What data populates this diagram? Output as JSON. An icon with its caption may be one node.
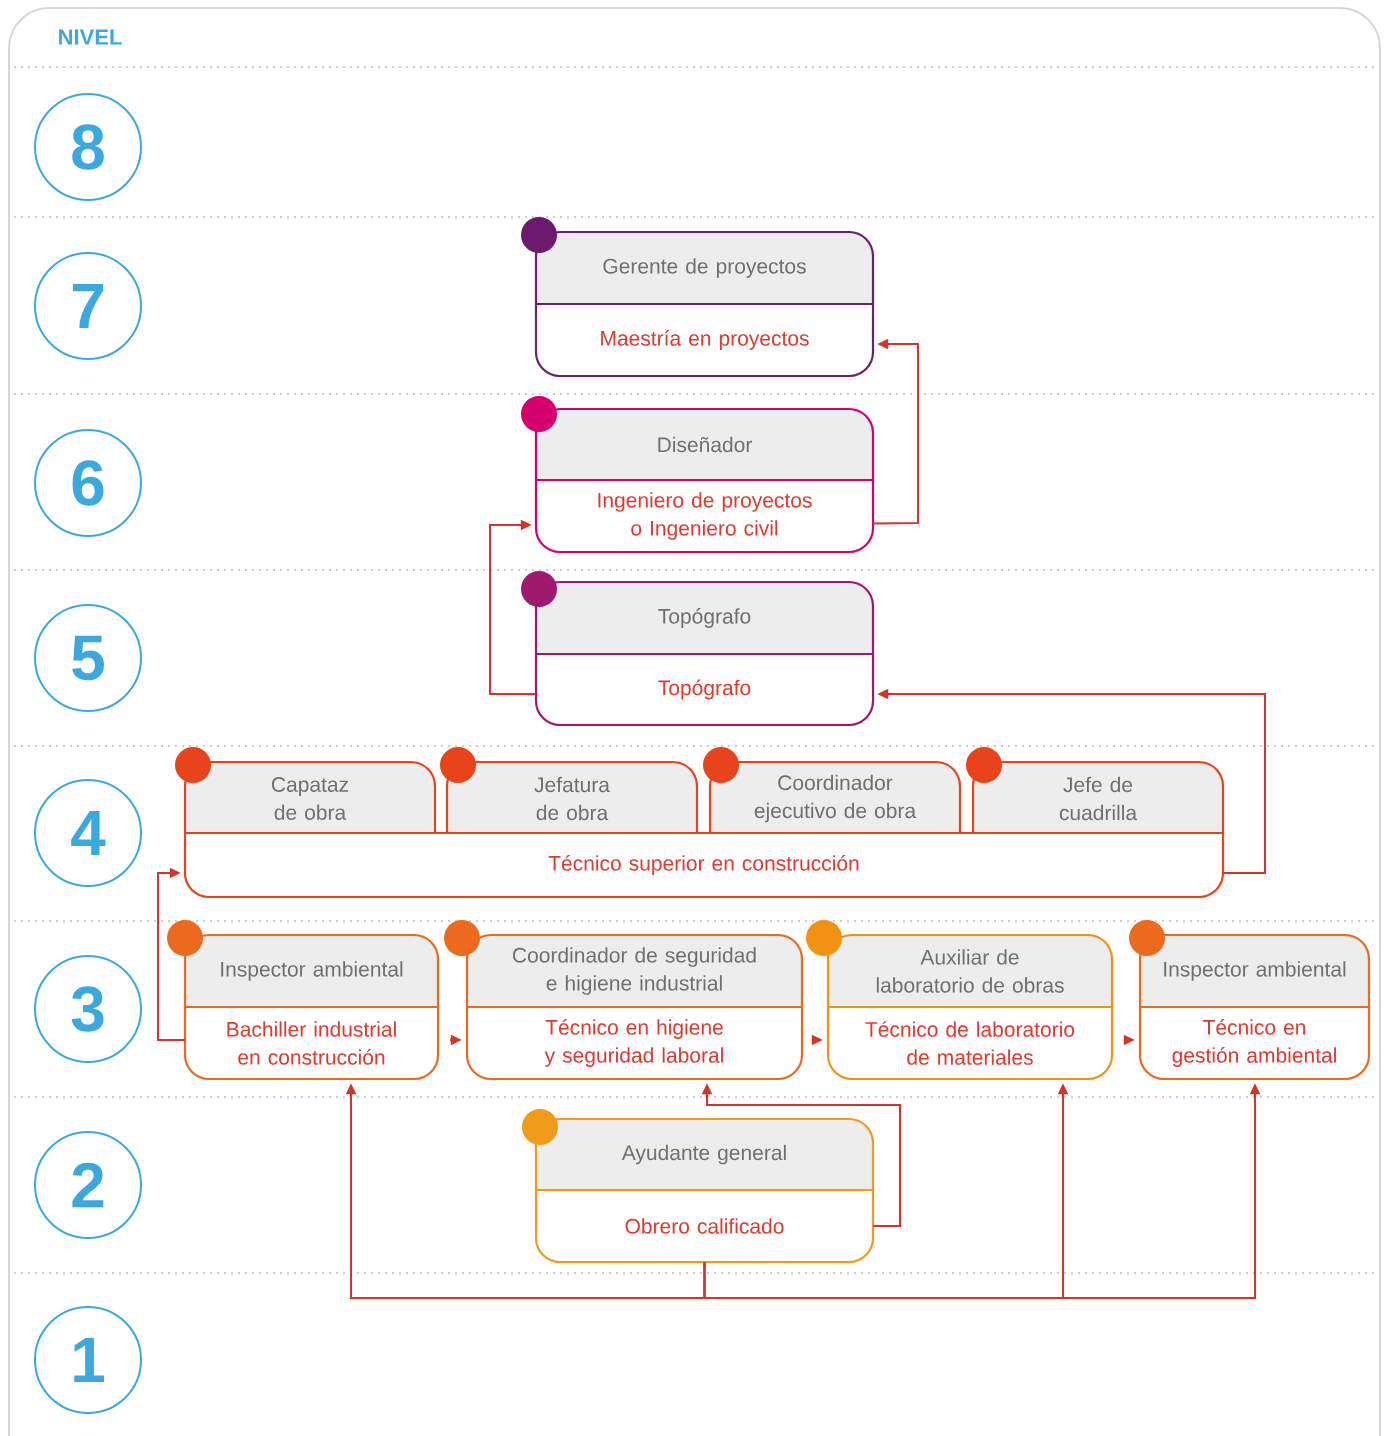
{
  "diagram": {
    "nodes": [
      {
        "text": [
          "8"
        ]
      },
      {
        "text": [
          "7"
        ]
      },
      {
        "text": [
          "6"
        ]
      },
      {
        "text": [
          "5"
        ]
      },
      {
        "text": [
          "4"
        ]
      },
      {
        "text": [
          "3"
        ]
      },
      {
        "text": [
          "2"
        ]
      },
      {
        "text": [
          "1"
        ]
      },
      {
        "text": [
          "Gerente de proyectos",
          "Maestría en proyectos"
        ]
      },
      {
        "text": [
          "Diseñador",
          "Ingeniero de proyectos o Ingeniero civil"
        ]
      },
      {
        "text": [
          "Topógrafo",
          "Topógrafo"
        ]
      },
      {
        "text": [
          "Capataz de obra"
        ]
      },
      {
        "text": [
          "Jefatura de obra"
        ]
      },
      {
        "text": [
          "Coordinador ejecutivo de obra"
        ]
      },
      {
        "text": [
          "Jefe de cuadrilla"
        ]
      },
      {
        "text": [
          "Técnico superior en construcción"
        ]
      },
      {
        "text": [
          "Inspector ambiental",
          "Bachiller industrial en construcción"
        ]
      },
      {
        "text": [
          "Coordinador de seguridad e higiene industrial",
          "Técnico en higiene y seguridad laboral"
        ]
      },
      {
        "text": [
          "Auxiliar de laboratorio de obras",
          "Técnico de laboratorio de materiales"
        ]
      },
      {
        "text": [
          "Inspector ambiental",
          "Técnico en gestión ambiental"
        ]
      },
      {
        "text": [
          "Ayudante general",
          "Obrero calificado"
        ]
      }
    ],
    "edges": [
      {
        "from": 20,
        "to": 16,
        "arrow": "to"
      },
      {
        "from": 20,
        "to": 17,
        "arrow": "to"
      },
      {
        "from": 20,
        "to": 18,
        "arrow": "to"
      },
      {
        "from": 20,
        "to": 19,
        "arrow": "to"
      },
      {
        "from": 16,
        "to": 17,
        "arrow": "to"
      },
      {
        "from": 17,
        "to": 18,
        "arrow": "to"
      },
      {
        "from": 18,
        "to": 19,
        "arrow": "to"
      },
      {
        "from": 16,
        "to": 15,
        "arrow": "to"
      },
      {
        "from": 15,
        "to": 10,
        "arrow": "to"
      },
      {
        "from": 10,
        "to": 9,
        "arrow": "to"
      },
      {
        "from": 9,
        "to": 8,
        "arrow": "to"
      }
    ],
    "labels": [
      "NIVEL"
    ]
  }
}
